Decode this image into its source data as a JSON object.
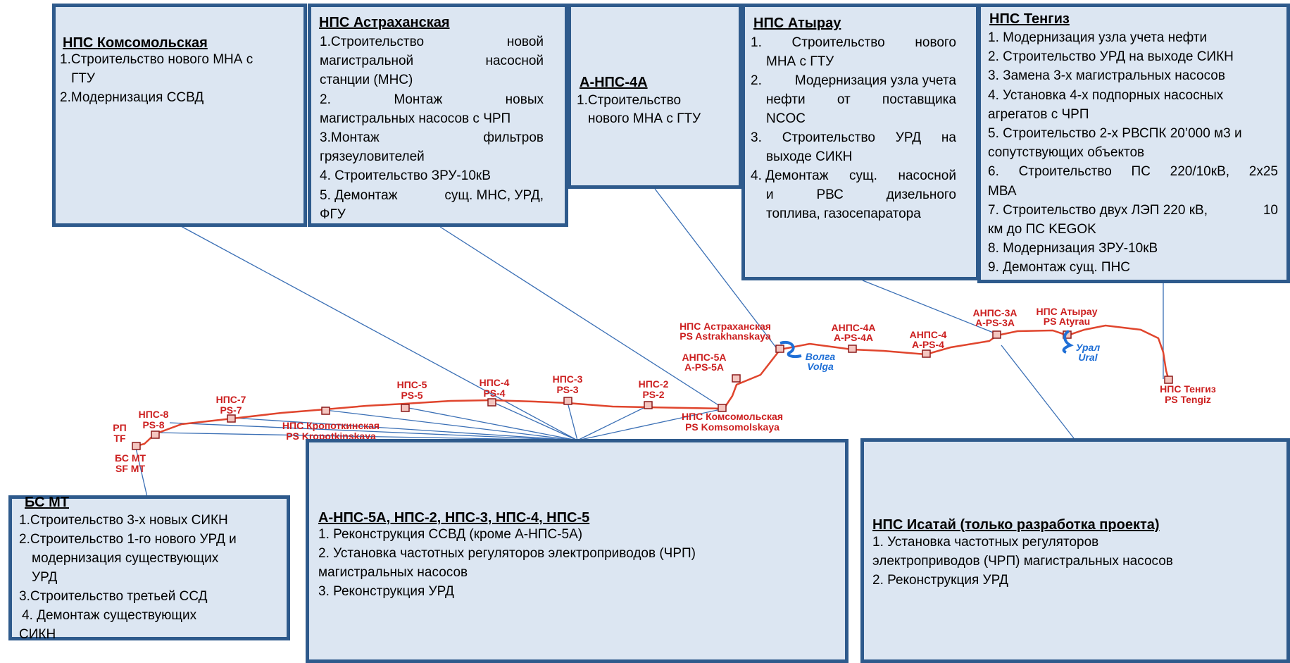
{
  "boxes": {
    "komsomolskaya": {
      "title": "НПС Комсомольская",
      "lines": [
        "1.Строительство нового МНА с",
        "ГТУ",
        "2.Модернизация ССВД"
      ]
    },
    "astrakhanskaya": {
      "title": "НПС Астраханская",
      "lines": [
        [
          "1.Строительство",
          "новой"
        ],
        [
          "магистральной",
          "насосной"
        ],
        "станции (МНС)",
        [
          "2.",
          "Монтаж",
          "новых"
        ],
        "магистральных насосов с ЧРП",
        [
          "3.Монтаж",
          "фильтров"
        ],
        "грязеуловителей",
        "4. Строительство ЗРУ-10кВ",
        [
          "5. Демонтаж",
          "сущ. МНС, УРД,"
        ],
        "ФГУ"
      ]
    },
    "a_nps_4a": {
      "title": "А-НПС-4А",
      "lines": [
        "1.Строительство",
        "нового МНА с ГТУ"
      ]
    },
    "atyrau": {
      "title": "НПС Атырау",
      "lines": [
        [
          "1.",
          "Строительство",
          "нового"
        ],
        "МНА с ГТУ",
        [
          "2.",
          "Модернизация узла учета"
        ],
        [
          "нефти",
          "от",
          "поставщика"
        ],
        "NCOC",
        [
          "3.",
          "Строительство",
          "УРД",
          "на"
        ],
        "выходе СИКН",
        [
          "4. Демонтаж",
          "сущ.",
          "насосной"
        ],
        [
          "и",
          "РВС",
          "дизельного"
        ],
        "топлива, газосепаратора"
      ]
    },
    "tengiz": {
      "title": "НПС Тенгиз",
      "lines": [
        "1. Модернизация узла учета нефти",
        "2. Строительство УРД на выходе СИКН",
        "3. Замена 3-х магистральных насосов",
        "4. Установка 4-х подпорных насосных",
        "агрегатов с ЧРП",
        "5. Строительство 2-х РВСПК 20’000 м3 и",
        "сопутствующих объектов",
        [
          "6.",
          "Строительство",
          "ПС",
          "220/10кВ,",
          "2х25"
        ],
        "МВА",
        [
          "7. Строительство двух ЛЭП 220 кВ,",
          "10"
        ],
        "км до ПС KEGOK",
        "8. Модернизация ЗРУ-10кВ",
        "9. Демонтаж сущ. ПНС"
      ]
    },
    "bs_mt": {
      "title": "БС МТ",
      "lines": [
        "1.Строительство 3-х новых СИКН",
        "2.Строительство 1-го нового УРД и",
        "модернизация существующих",
        "УРД",
        "3.Строительство третьей ССД",
        "4. Демонтаж существующих",
        "СИКН"
      ]
    },
    "group": {
      "title": "А-НПС-5А, НПС-2, НПС-3, НПС-4, НПС-5",
      "lines": [
        "1. Реконструкция ССВД (кроме А-НПС-5А)",
        "2. Установка частотных регуляторов электроприводов (ЧРП)",
        "магистральных насосов",
        "3. Реконструкция УРД"
      ]
    },
    "isatay": {
      "title": "НПС Исатай (только разработка проекта)",
      "lines": [
        "1. Установка частотных регуляторов",
        "электроприводов (ЧРП) магистральных насосов",
        "2. Реконструкция УРД"
      ]
    }
  },
  "map": {
    "pipeline_color": "#e0452d",
    "leader_color": "#3a6fb5",
    "river_color": "#1f6fd6",
    "stations": {
      "astrakh": [
        "НПС Астраханская",
        "PS Astrakhanskaya"
      ],
      "anps4a": [
        "АНПС-4А",
        "A-PS-4A"
      ],
      "anps4": [
        "АНПС-4",
        "A-PS-4"
      ],
      "anps3a": [
        "АНПС-3А",
        "A-PS-3A"
      ],
      "atyrau": [
        "НПС Атырау",
        "PS Atyrau"
      ],
      "tengiz": [
        "НПС Тенгиз",
        "PS Tengiz"
      ],
      "anps5a": [
        "АНПС-5А",
        "A-PS-5A"
      ],
      "nps2": [
        "НПС-2",
        "PS-2"
      ],
      "nps3": [
        "НПС-3",
        "PS-3"
      ],
      "nps4": [
        "НПС-4",
        "PS-4"
      ],
      "nps5": [
        "НПС-5",
        "PS-5"
      ],
      "nps7": [
        "НПС-7",
        "PS-7"
      ],
      "nps8": [
        "НПС-8",
        "PS-8"
      ],
      "kropot": [
        "НПС Кропоткинская",
        "PS Kropotkinskaya"
      ],
      "komsom": [
        "НПС Комсомольская",
        "PS Komsomolskaya"
      ],
      "rp": [
        "РП",
        "TF"
      ],
      "bsmt": [
        "БС МТ",
        "SF MT"
      ]
    },
    "rivers": {
      "volga": [
        "Волга",
        "Volga"
      ],
      "ural": [
        "Урал",
        "Ural"
      ]
    }
  }
}
